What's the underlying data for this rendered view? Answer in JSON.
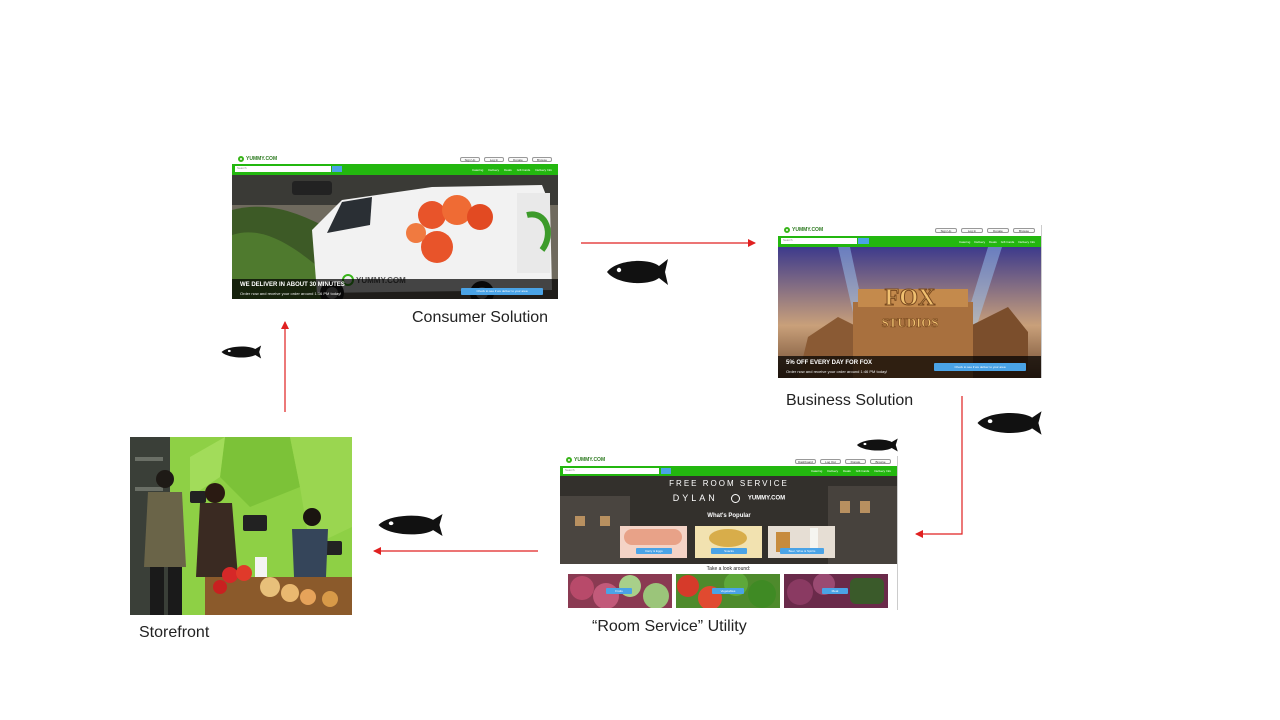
{
  "labels": {
    "consumer": "Consumer Solution",
    "business": "Business Solution",
    "room_service": "“Room Service” Utility",
    "storefront": "Storefront"
  },
  "site": {
    "logo": "YUMMY.COM",
    "top_buttons": [
      "Sign Up",
      "Log In",
      "Donate",
      "Browse"
    ],
    "room_top_buttons": [
      "Dashboard",
      "Log Out",
      "Donate",
      "Browse"
    ],
    "search_placeholder": "Search",
    "nav_items": [
      "Catering",
      "Delivery",
      "Deals",
      "Gift Cards",
      "Delivery Info"
    ]
  },
  "consumer_shot": {
    "caption_title": "WE DELIVER IN ABOUT 30 MINUTES",
    "caption_sub": "Order now and receive your order around 1:16 PM today!",
    "cta": "Check to see if we deliver to your area",
    "van_logo": "YUMMY.COM"
  },
  "business_shot": {
    "caption_title": "5% OFF EVERY DAY FOR FOX",
    "caption_sub": "Order now and receive your order around 1:46 PM today!",
    "cta": "Check to see if we deliver to your area",
    "sign_line1": "FOX",
    "sign_line2": "STUDIOS"
  },
  "room_shot": {
    "banner": "FREE ROOM SERVICE",
    "partner": "DYLAN",
    "partner_logo": "YUMMY.COM",
    "popular": "What's Popular",
    "popular_items": [
      "Dairy & Eggs",
      "Snacks",
      "Beer, Wine & Spirits"
    ],
    "look_around": "Take a look around:",
    "categories": [
      "Fruits",
      "Vegetables",
      "Meat"
    ]
  },
  "colors": {
    "arrow": "#e02020",
    "brand_green": "#23b70f",
    "kiosk_green": "#8ed045"
  }
}
